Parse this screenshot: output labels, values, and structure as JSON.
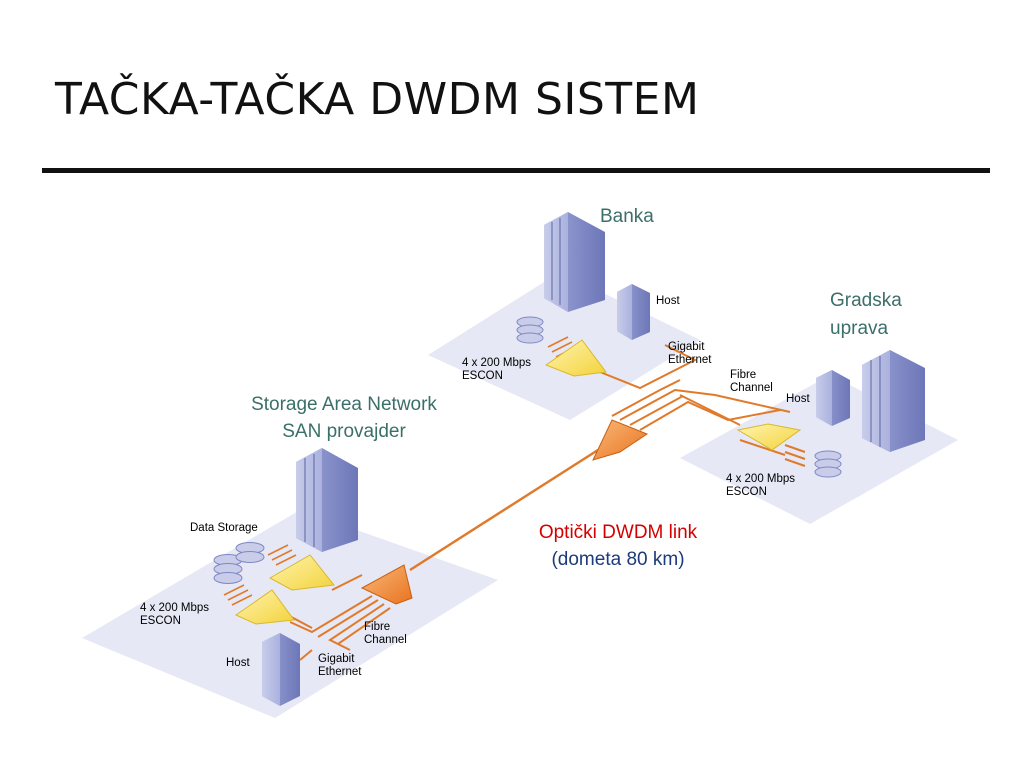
{
  "slide": {
    "title": "TAČKA-TAČKA DWDM SISTEM"
  },
  "diagram": {
    "banka": {
      "label": "Banka",
      "host": "Host",
      "gigabit_1": "Gigabit",
      "gigabit_2": "Ethernet",
      "escon_1": "4 x 200 Mbps",
      "escon_2": "ESCON"
    },
    "gradska": {
      "label_1": "Gradska",
      "label_2": "uprava",
      "fibre_1": "Fibre",
      "fibre_2": "Channel",
      "host": "Host",
      "escon_1": "4 x 200 Mbps",
      "escon_2": "ESCON"
    },
    "san": {
      "label_1": "Storage Area Network",
      "label_2": "SAN provajder",
      "data_storage": "Data Storage",
      "escon_1": "4 x 200 Mbps",
      "escon_2": "ESCON",
      "fibre_1": "Fibre",
      "fibre_2": "Channel",
      "host": "Host",
      "gigabit_1": "Gigabit",
      "gigabit_2": "Ethernet"
    },
    "link": {
      "label_1": "Optički DWDM link",
      "label_2": "(dometa 80 km)"
    }
  }
}
